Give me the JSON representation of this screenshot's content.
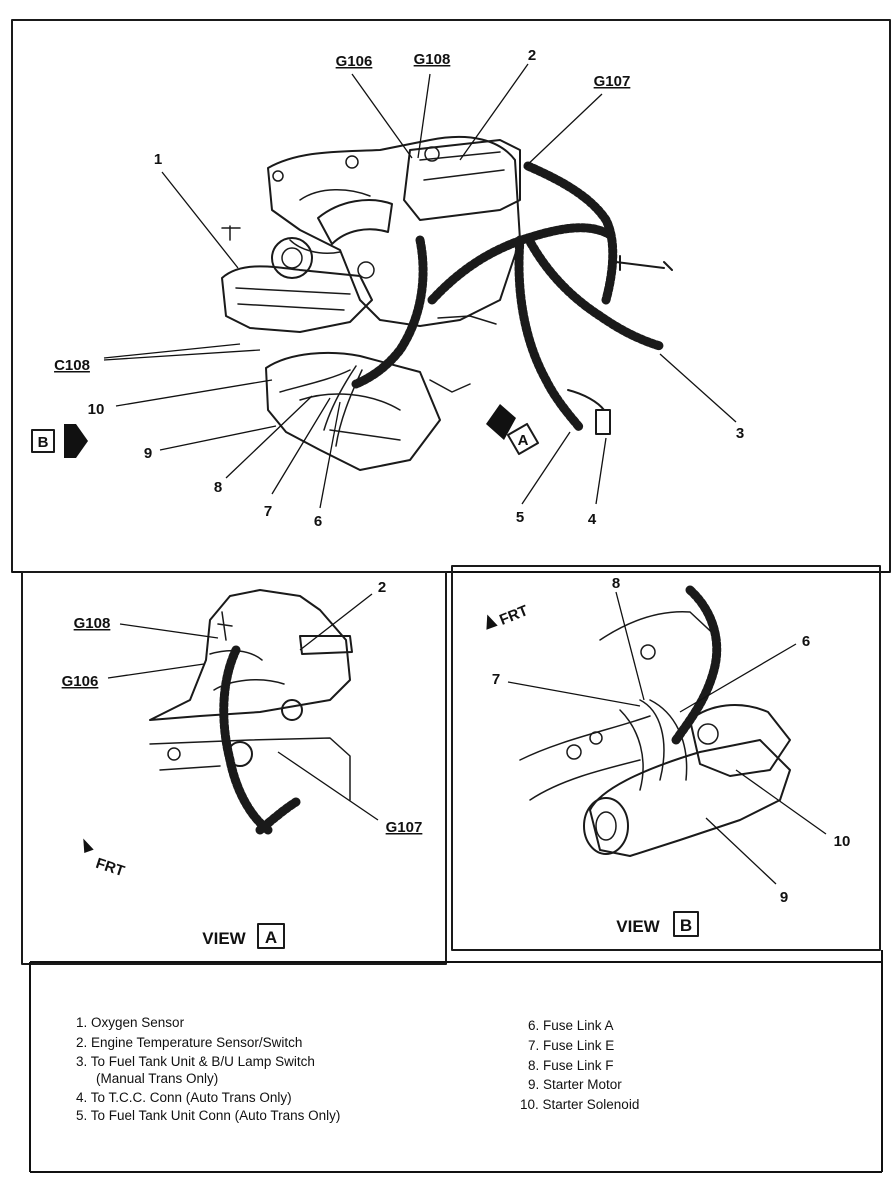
{
  "callouts": {
    "g106": "G106",
    "g108": "G108",
    "g107": "G107",
    "c108": "C108",
    "n1": "1",
    "n2": "2",
    "n3": "3",
    "n4": "4",
    "n5": "5",
    "n6": "6",
    "n7": "7",
    "n8": "8",
    "n9": "9",
    "n10": "10",
    "view_a_box": "A",
    "view_b_box": "B"
  },
  "view_a": {
    "title": "VIEW",
    "box": "A",
    "frt": "FRT",
    "g108": "G108",
    "g106": "G106",
    "g107": "G107",
    "n2": "2"
  },
  "view_b": {
    "title": "VIEW",
    "box": "B",
    "frt": "FRT",
    "n8": "8",
    "n7": "7",
    "n6": "6",
    "n10": "10",
    "n9": "9"
  },
  "legend": {
    "left": [
      "1. Oxygen Sensor",
      "2. Engine Temperature Sensor/Switch",
      "3. To Fuel Tank Unit & B/U Lamp Switch",
      "(Manual Trans Only)",
      "4. To T.C.C. Conn (Auto Trans Only)",
      "5. To Fuel Tank Unit Conn (Auto Trans Only)"
    ],
    "right": [
      "6. Fuse Link A",
      "7. Fuse Link E",
      "8. Fuse Link F",
      "9. Starter Motor",
      "10. Starter Solenoid"
    ]
  }
}
